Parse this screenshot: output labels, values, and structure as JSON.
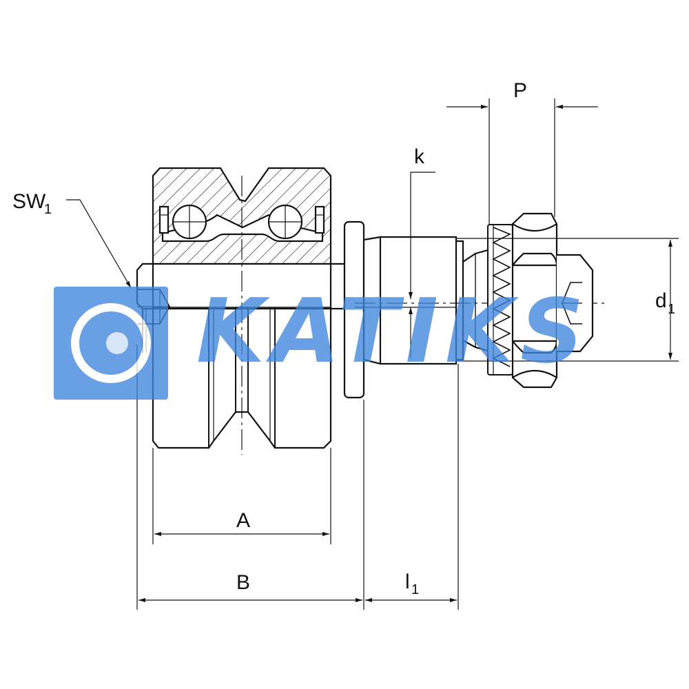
{
  "labels": {
    "sw": "SW",
    "sw_sub": "1",
    "k": "k",
    "p": "P",
    "d": "d",
    "d_sub": "1",
    "a": "A",
    "b": "B",
    "l": "l",
    "l_sub": "1"
  },
  "watermark": {
    "text": "KATIKS",
    "color": "#3f86de"
  },
  "colors": {
    "line": "#111111",
    "background": "#ffffff"
  }
}
